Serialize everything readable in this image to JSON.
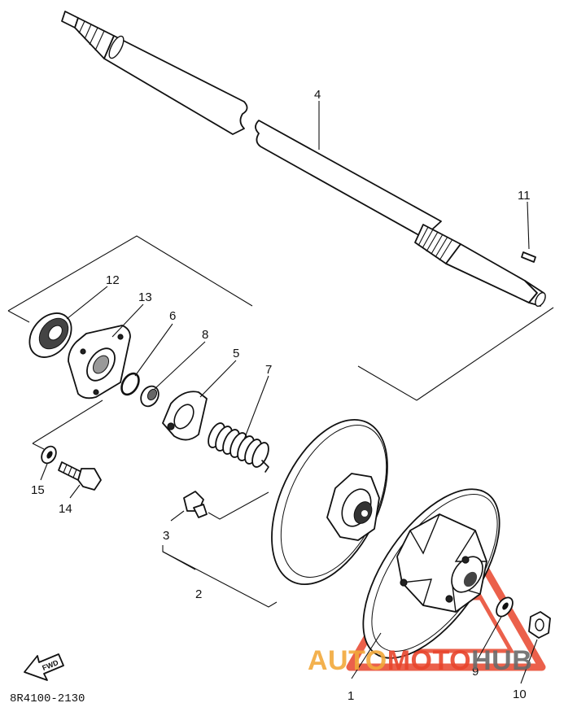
{
  "diagram": {
    "callouts": [
      "1",
      "2",
      "3",
      "4",
      "5",
      "6",
      "7",
      "8",
      "9",
      "10",
      "11",
      "12",
      "13",
      "14",
      "15"
    ],
    "figure_code": "8R4100-2130",
    "direction_badge": "FWD"
  },
  "watermark": {
    "part1": "AUTO",
    "part2": "MOTO",
    "part3": "HUB",
    "colors": {
      "auto": "#f2a93b",
      "moto": "#e8452c",
      "hub": "#6b6b6b",
      "triangle": "#e8452c"
    }
  }
}
